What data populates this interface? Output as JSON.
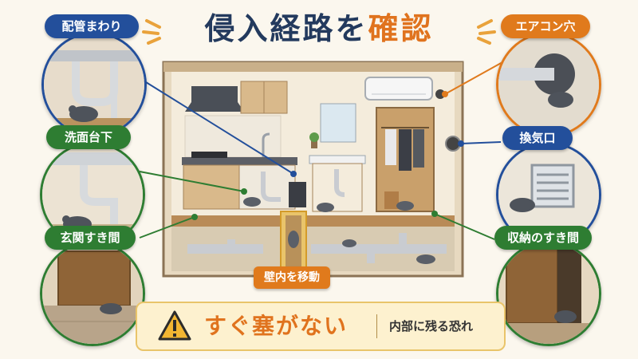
{
  "title": {
    "main": "侵入経路を",
    "accent": "確認"
  },
  "callouts": {
    "piping": "配管まわり",
    "sink_under": "洗面台下",
    "entrance_gap": "玄関すき間",
    "aircon_hole": "エアコン穴",
    "vent": "換気口",
    "storage_gap": "収納のすき間"
  },
  "wall_label": "壁内を移動",
  "banner": {
    "warning": "すぐ塞がない",
    "sub": "内部に残る恐れ"
  },
  "colors": {
    "navy": "#233a5e",
    "blue": "#234f9b",
    "green": "#2e7d32",
    "orange": "#e07a1c",
    "warning_bg": "#fdf1cf"
  },
  "icons": [
    "warning-icon",
    "mouse-icon",
    "pipe-icon",
    "vent-icon",
    "aircon-icon"
  ]
}
